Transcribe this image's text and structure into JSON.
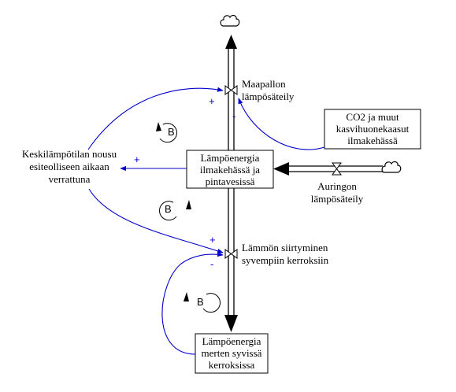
{
  "stocks": {
    "atmosphere": [
      "Lämpöenergia",
      "ilmakehässä ja",
      "pintavesissä"
    ],
    "deep_ocean": [
      "Lämpöenergia",
      "merten syvissä",
      "kerroksissa"
    ],
    "co2": [
      "CO2 ja muut",
      "kasvihuonekaasut",
      "ilmakehässä"
    ]
  },
  "flows": {
    "earth_radiation": [
      "Maapallon",
      "lämpösäteily"
    ],
    "heat_transfer": [
      "Lämmön siirtyminen",
      "syvempiin kerroksiin"
    ],
    "solar_radiation": [
      "Auringon",
      "lämpösäteily"
    ]
  },
  "auxiliaries": {
    "temperature_rise": [
      "Keskilämpötilan nousu",
      "esiteolliseen aikaan",
      "verrattuna"
    ]
  },
  "polarities": {
    "plus": "+",
    "minus": "-"
  },
  "loops": {
    "label": "B"
  },
  "colors": {
    "link": "#0000cc",
    "flow": "#000000"
  }
}
